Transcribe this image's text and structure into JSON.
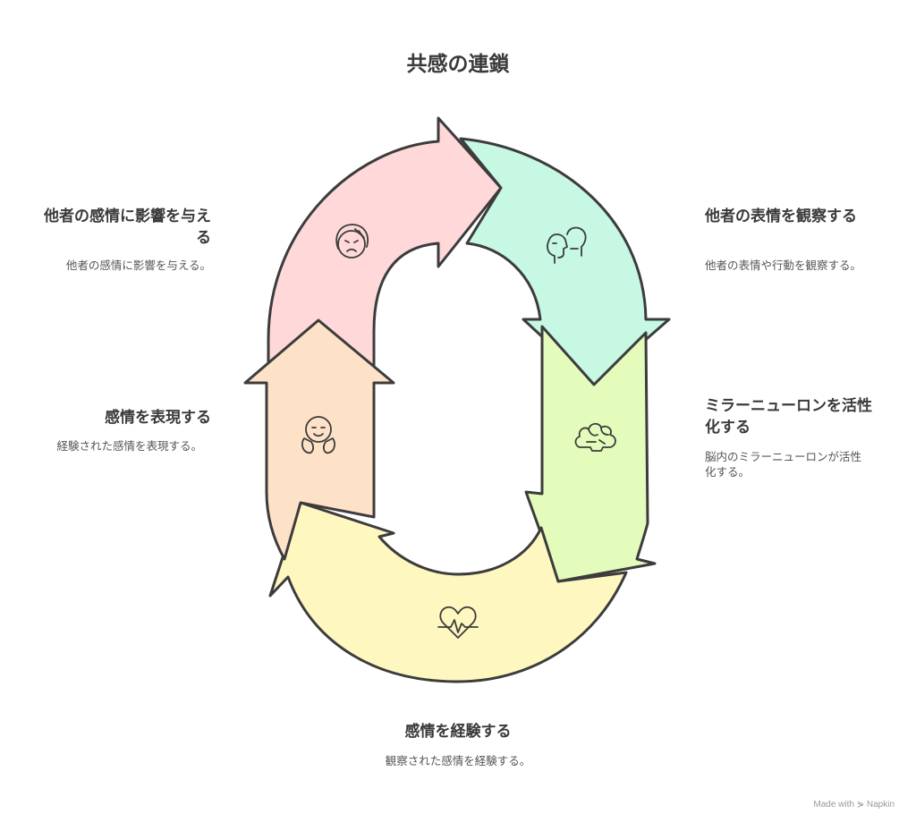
{
  "title": "共感の連鎖",
  "steps": [
    {
      "id": "observe",
      "label": "他者の表情を観察する",
      "description": "他者の表情や行動を観察する。",
      "color": "#c6f8e4",
      "icon": "two-faces-icon"
    },
    {
      "id": "mirror",
      "label": "ミラーニューロンを活性化する",
      "description": "脳内のミラーニューロンが活性化する。",
      "color": "#e4fcbb",
      "icon": "brain-icon"
    },
    {
      "id": "experience",
      "label": "感情を経験する",
      "description": "観察された感情を経験する。",
      "color": "#fef7bf",
      "icon": "heartbeat-icon"
    },
    {
      "id": "express",
      "label": "感情を表現する",
      "description": "経験された感情を表現する。",
      "color": "#fee2c8",
      "icon": "smiling-face-icon"
    },
    {
      "id": "influence",
      "label": "他者の感情に影響を与える",
      "description": "他者の感情に影響を与える。",
      "color": "#ffd9d9",
      "icon": "angry-face-icon"
    }
  ],
  "credit": "Made with ⋟ Napkin"
}
